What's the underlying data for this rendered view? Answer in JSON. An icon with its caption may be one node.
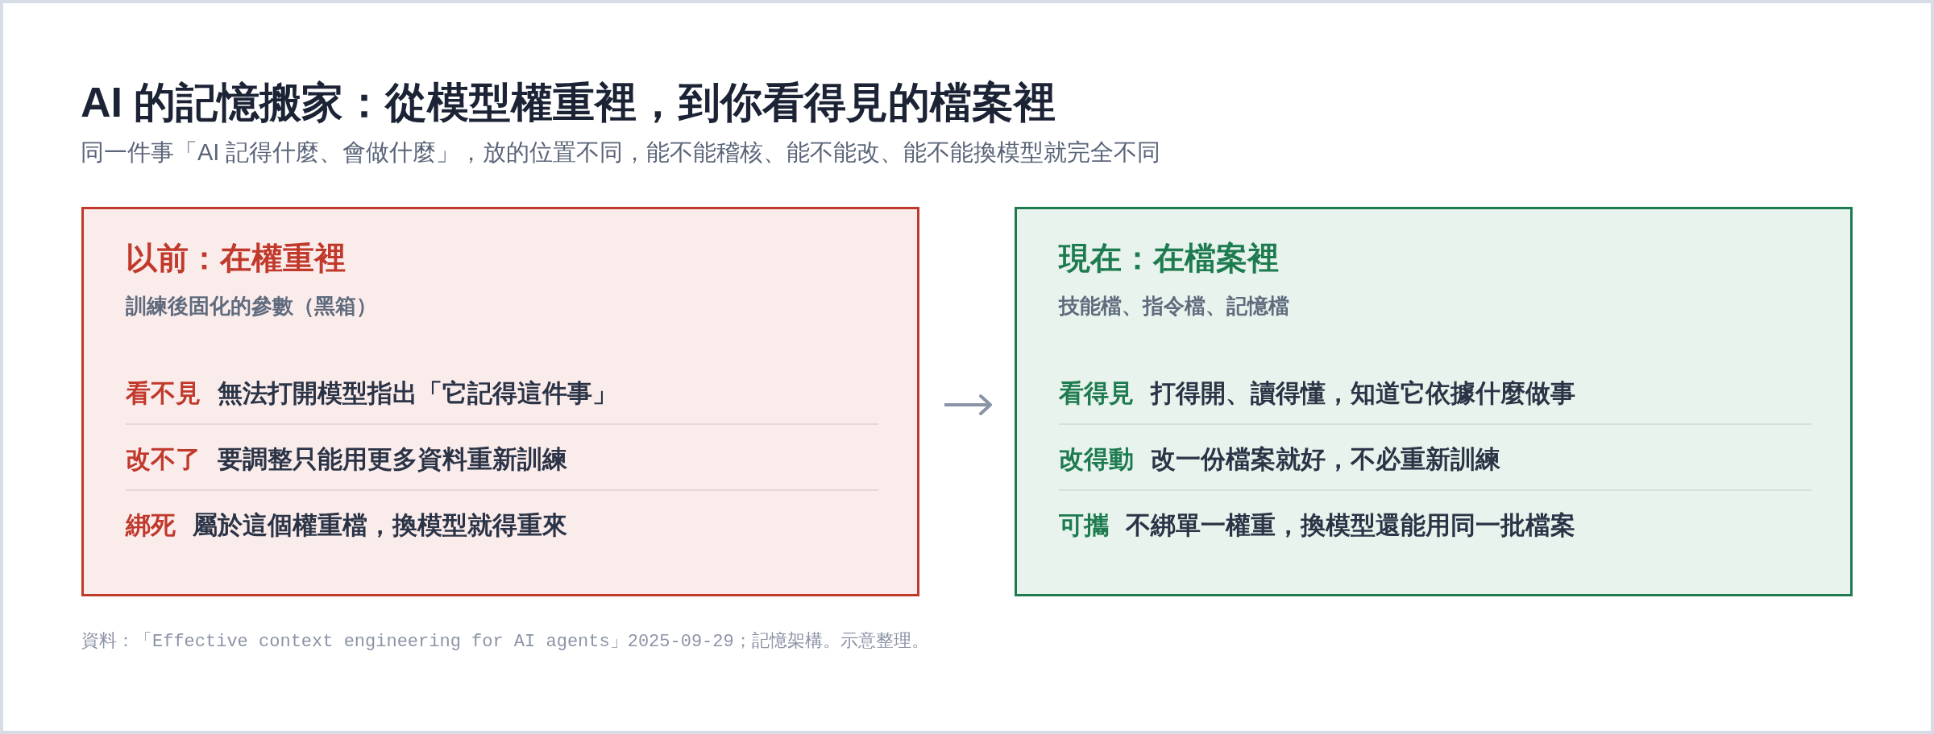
{
  "diagram": {
    "title": "AI 的記憶搬家：從模型權重裡，到你看得見的檔案裡",
    "nodes": [
      {
        "text": [
          "以前：在權重裡",
          "訓練後固化的參數（黑箱）",
          "看不見",
          "無法打開模型指出「它記得這件事」",
          "改不了",
          "要調整只能用更多資料重新訓練",
          "綁死",
          "屬於這個權重檔，換模型就得重來"
        ]
      },
      {
        "text": [
          "現在：在檔案裡",
          "技能檔、指令檔、記憶檔",
          "看得見",
          "打得開、讀得懂，知道它依據什麼做事",
          "改得動",
          "改一份檔案就好，不必重新訓練",
          "可攜",
          "不綁單一權重，換模型還能用同一批檔案"
        ]
      }
    ],
    "edges": [
      {
        "from": 0,
        "to": 1,
        "arrow": "to"
      }
    ],
    "labels": [
      "同一件事「AI 記得什麼、會做什麼」，放的位置不同，能不能稽核、能不能改、能不能換模型就完全不同",
      "資料：「Effective context engineering for AI agents」2025-09-29；記憶架構。示意整理。"
    ]
  }
}
